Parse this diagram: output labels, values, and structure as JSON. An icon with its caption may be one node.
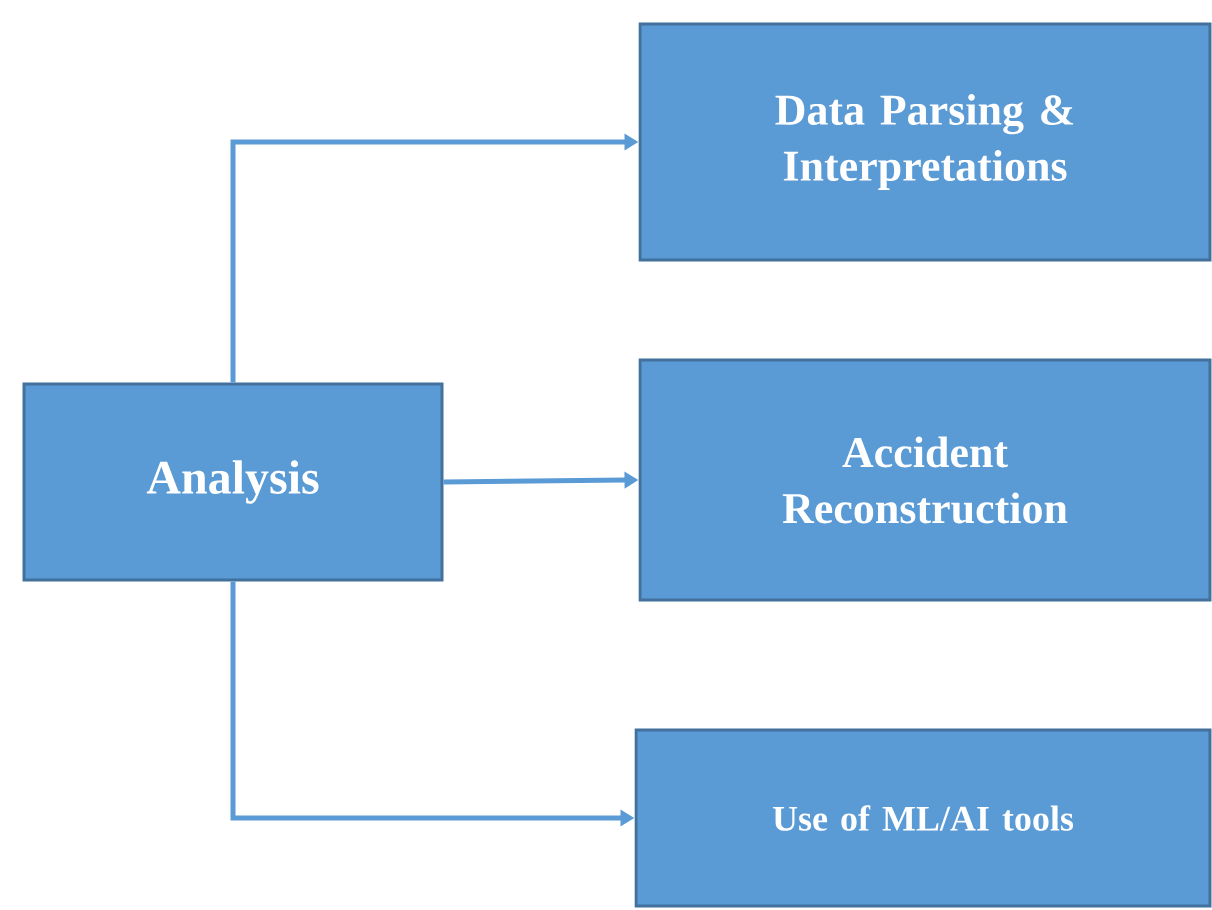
{
  "diagram": {
    "nodes": [
      {
        "text": [
          "Analysis"
        ]
      },
      {
        "text": [
          "Data Parsing & Interpretations"
        ]
      },
      {
        "text": [
          "Accident Reconstruction"
        ]
      },
      {
        "text": [
          "Use of ML/AI tools"
        ]
      }
    ],
    "edges": [
      {
        "from": 0,
        "to": 1,
        "arrow": "to"
      },
      {
        "from": 0,
        "to": 2,
        "arrow": "to"
      },
      {
        "from": 0,
        "to": 3,
        "arrow": "to"
      }
    ]
  }
}
